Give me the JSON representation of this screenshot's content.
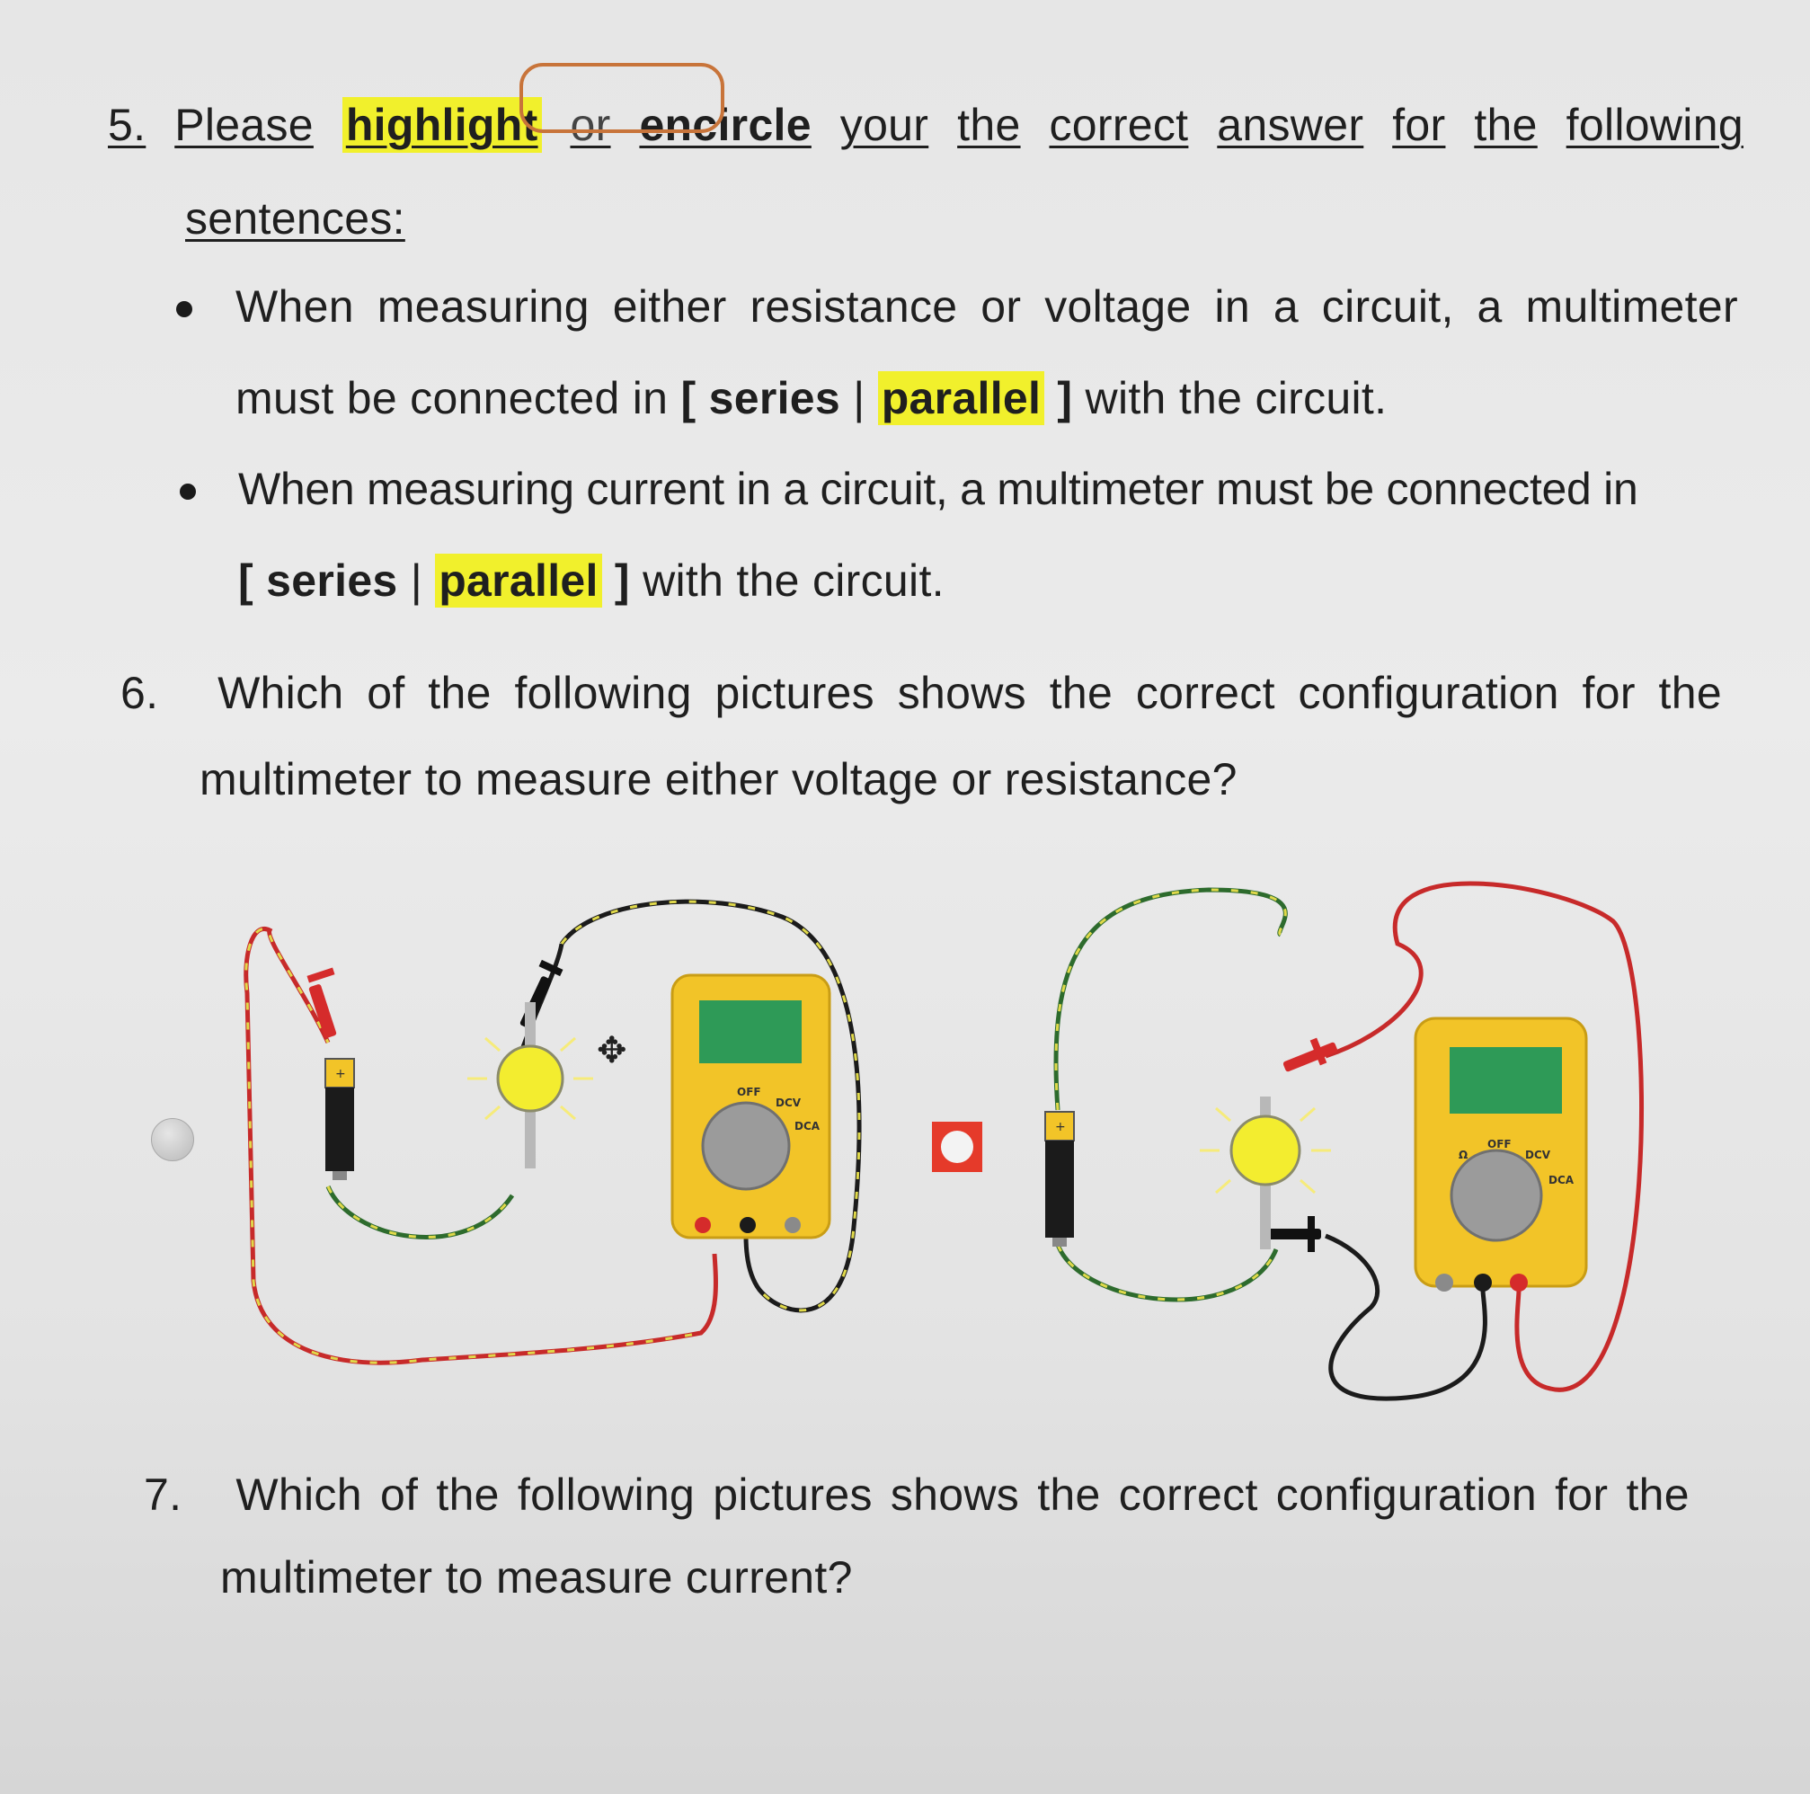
{
  "q5": {
    "number": "5.",
    "words": [
      "Please",
      "highlight",
      "or",
      "encircle",
      "your",
      "the",
      "correct",
      "answer",
      "for",
      "the",
      "following"
    ],
    "line2": "sentences:",
    "bullet1": {
      "line1_words": [
        "When",
        "measuring",
        "either",
        "resistance",
        "or",
        "voltage",
        "in",
        "a",
        "circuit,",
        "a",
        "multimeter"
      ],
      "prefix": "must be connected in ",
      "open": "[ ",
      "opt1": "series",
      "sep": " | ",
      "opt2": "parallel",
      "close": " ]",
      "suffix": " with the circuit."
    },
    "bullet2": {
      "line1": "When measuring current in a circuit, a multimeter must be connected in",
      "open": "[ ",
      "opt1": "series",
      "sep": " | ",
      "opt2": "parallel",
      "close": " ]",
      "suffix": " with the circuit."
    }
  },
  "q6": {
    "number": "6.",
    "line1_words": [
      "Which",
      "of",
      "the",
      "following",
      "pictures",
      "shows",
      "the",
      "correct",
      "configuration",
      "for",
      "the"
    ],
    "line2": "multimeter to measure either voltage or resistance?",
    "options": [
      {
        "radio_state": "unselected",
        "color": "#b8b8b8"
      },
      {
        "radio_state": "selected",
        "color": "#e53a2a"
      }
    ],
    "multimeter_labels": {
      "off": "OFF",
      "dcv": "DCV",
      "dca": "DCA",
      "ohm": "Ω"
    }
  },
  "q7": {
    "number": "7.",
    "line1_words": [
      "Which",
      "of",
      "the",
      "following",
      "pictures",
      "shows",
      "the",
      "correct",
      "configuration",
      "for",
      "the"
    ],
    "line2": "multimeter to measure current?"
  },
  "colors": {
    "highlight": "#f1f02c",
    "circle_mark": "#c8743a",
    "meter_body": "#f2c428",
    "meter_screen": "#2e9a57",
    "wire_red": "#c72a2a",
    "wire_green": "#2d6b2d"
  }
}
